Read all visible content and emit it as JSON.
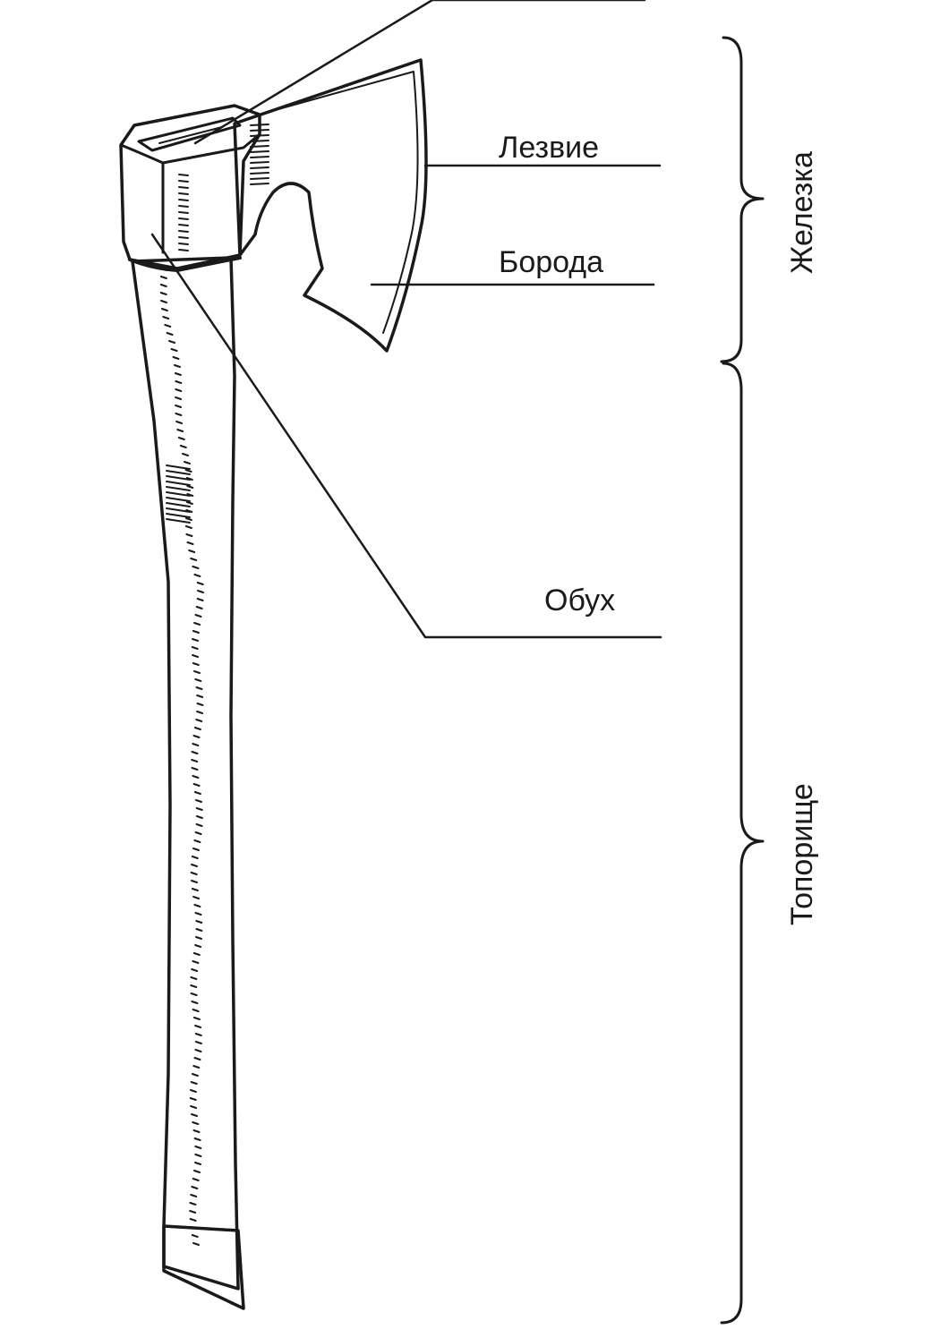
{
  "labels": {
    "blade": "Лезвие",
    "beard": "Борода",
    "butt": "Обух",
    "head": "Железка",
    "handle": "Топорище"
  },
  "colors": {
    "ink": "#1a1a1a",
    "background": "#ffffff"
  }
}
